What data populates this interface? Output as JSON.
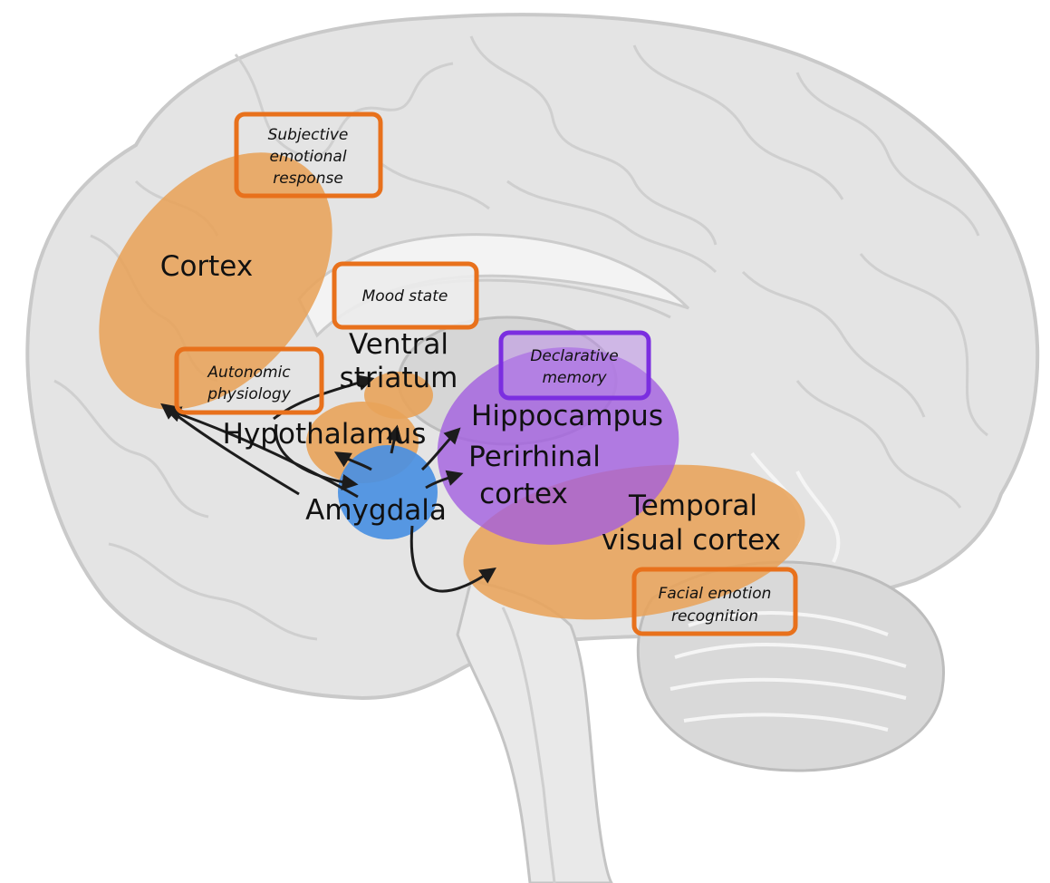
{
  "colors": {
    "brain_fill": "#e4e4e4",
    "brain_outline": "#c9c9c9",
    "orange_region": "#e8a35a",
    "orange_box": "#e8711c",
    "purple_region": "#a25ce0",
    "purple_box": "#7b2ee0",
    "amygdala": "#4a90e2",
    "arrow": "#1c1c1c"
  },
  "regions": {
    "cortex": "Cortex",
    "ventral_striatum": [
      "Ventral",
      "striatum"
    ],
    "hypothalamus": "Hypothalamus",
    "amygdala": "Amygdala",
    "hippocampus": "Hippocampus",
    "perirhinal_cortex": [
      "Perirhinal",
      "cortex"
    ],
    "temporal_visual_cortex": [
      "Temporal",
      "visual cortex"
    ]
  },
  "function_boxes": {
    "subjective_emotional_response": [
      "Subjective",
      "emotional",
      "response"
    ],
    "mood_state": [
      "Mood state"
    ],
    "autonomic_physiology": [
      "Autonomic",
      "physiology"
    ],
    "declarative_memory": [
      "Declarative",
      "memory"
    ],
    "facial_emotion_recognition": [
      "Facial emotion",
      "recognition"
    ]
  }
}
